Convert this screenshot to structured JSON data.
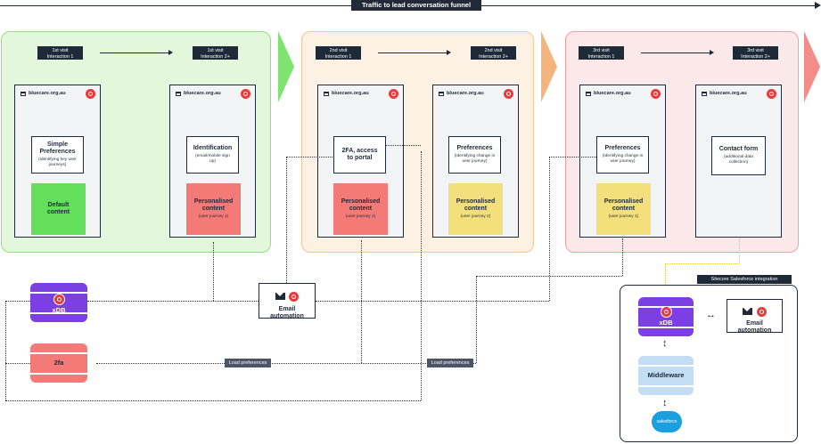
{
  "funnel": {
    "label": "Traffic to lead conversation funnel"
  },
  "stages": [
    {
      "tag_left": [
        "1st visit",
        "Interaction 1"
      ],
      "tag_right": [
        "1st visit",
        "Interaction 2+"
      ],
      "page_left": {
        "url": "bluecare.org.au",
        "box_title": "Simple Preferences",
        "box_sub": "(identifying key user journeys)",
        "content_title": "Default content",
        "content_sub": ""
      },
      "page_right": {
        "url": "bluecare.org.au",
        "box_title": "Identification",
        "box_sub": "(email/mobile sign up)",
        "content_title": "Personalised content",
        "content_sub": "(user journey 1)"
      }
    },
    {
      "tag_left": [
        "2nd visit",
        "Interaction 1"
      ],
      "tag_right": [
        "2nd visit",
        "Interaction 2+"
      ],
      "page_left": {
        "url": "bluecare.org.au",
        "box_title": "2FA, access to portal",
        "box_sub": "",
        "content_title": "Personalised content",
        "content_sub": "(user journey 1)"
      },
      "page_right": {
        "url": "bluecare.org.au",
        "box_title": "Preferences",
        "box_sub": "(Identifying change in user journey)",
        "content_title": "Personalised content",
        "content_sub": "(user journey 2)"
      }
    },
    {
      "tag_left": [
        "3rd visit",
        "Interaction 1"
      ],
      "tag_right": [
        "3rd visit",
        "Interaction 2+"
      ],
      "page_left": {
        "url": "bluecare.org.au",
        "box_title": "Preferences",
        "box_sub": "(Identifying change in user journey)",
        "content_title": "Personalised content",
        "content_sub": "(user journey 1)"
      },
      "page_right": {
        "url": "bluecare.org.au",
        "box_title": "Contact form",
        "box_sub": "(additional data collection)",
        "content_title": "",
        "content_sub": ""
      }
    }
  ],
  "systems": {
    "xdb": "xDB",
    "twofa": "2fa",
    "email_automation": "Email automation",
    "load_preferences_1": "Load preferences",
    "load_preferences_2": "Load preferences"
  },
  "salesforce_panel": {
    "title": "Sitecore Salesforce integration",
    "xdb": "xDB",
    "email_automation": "Email automation",
    "middleware": "Middleware",
    "salesforce": "salesforce",
    "bidirectional_symbol": "↔",
    "vertical_symbol_1": "↕",
    "vertical_symbol_2": "↕"
  },
  "colors": {
    "green_stage": "#e3f7dc",
    "orange_stage": "#fdf1e4",
    "red_stage": "#fbe9e9",
    "default_content": "#63df5c",
    "personalised_red": "#f47a77",
    "personalised_yellow": "#f3e07d",
    "xdb_purple": "#7b3fe4",
    "twofa_red": "#f47a77",
    "middleware_blue": "#c3ddf5",
    "salesforce_blue": "#1aa0e0"
  }
}
